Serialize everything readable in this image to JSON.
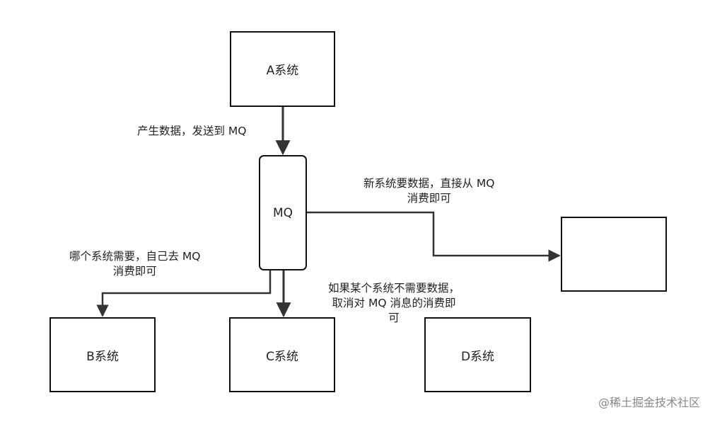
{
  "nodes": {
    "system_a": "A系统",
    "mq": "MQ",
    "system_b": "B系统",
    "system_c": "C系统",
    "system_d": "D系统",
    "new_system": ""
  },
  "edge_labels": {
    "a_to_mq": "产生数据，发送到 MQ",
    "new_system": [
      "新系统要数据，直接从 MQ",
      "消费即可"
    ],
    "which_system": [
      "哪个系统需要，自己去 MQ",
      "消费即可"
    ],
    "unsubscribe": [
      "如果某个系统不需要数据，",
      "取消对 MQ 消息的消费即",
      "可"
    ]
  },
  "watermark": "@稀土掘金技术社区"
}
